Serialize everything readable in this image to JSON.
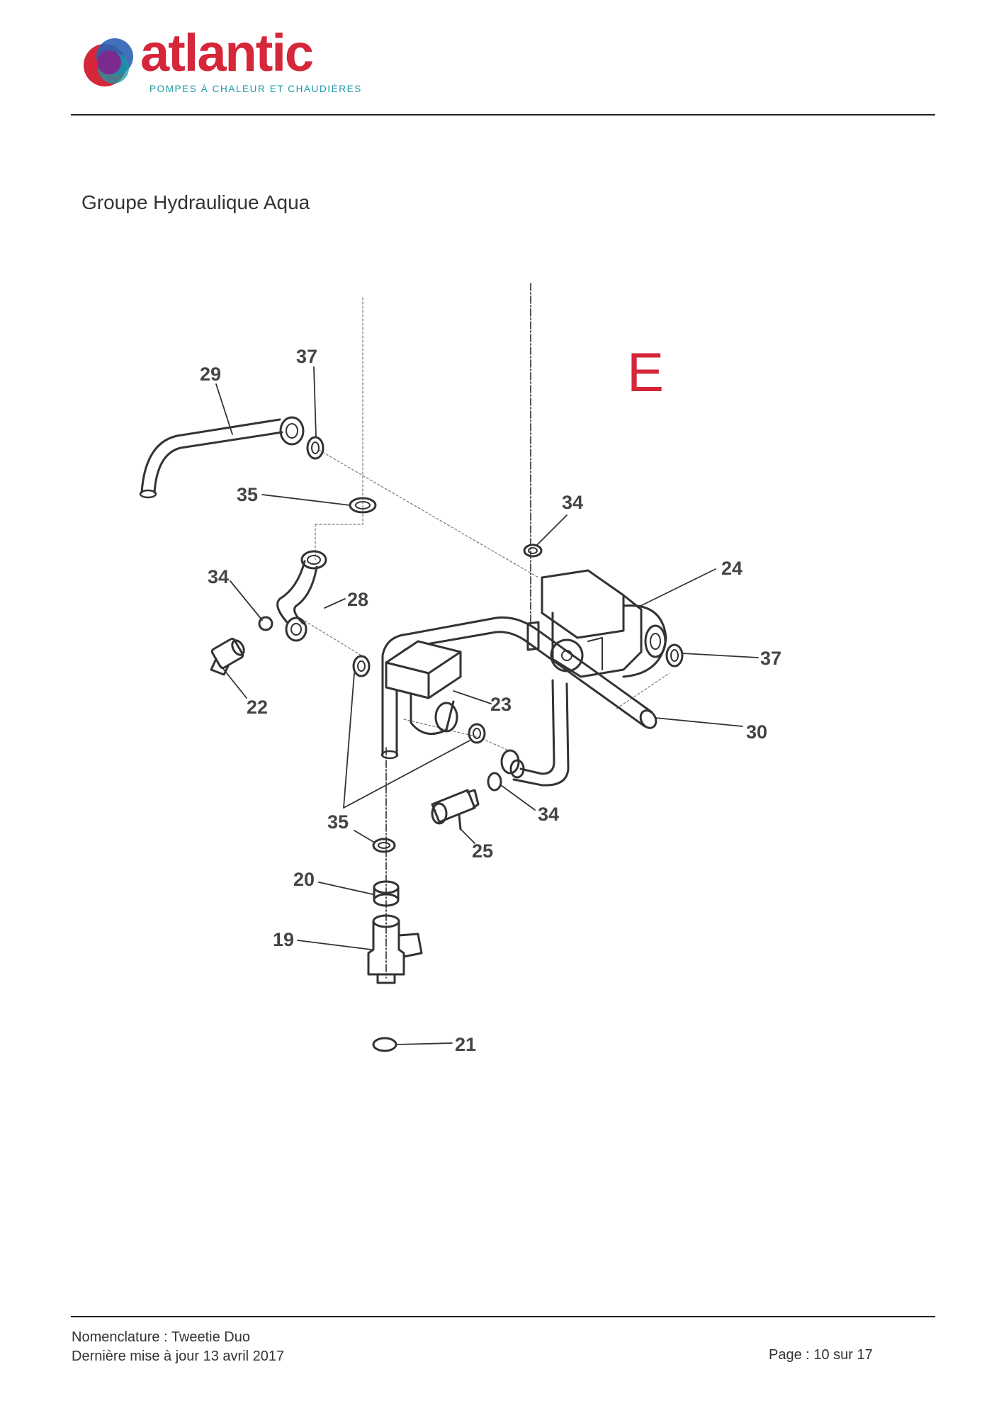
{
  "brand": {
    "name": "atlantic",
    "tagline": "POMPES À CHALEUR ET CHAUDIÈRES",
    "colors": {
      "red": "#d6263a",
      "purple": "#7b2b8f",
      "blue": "#2a63b3",
      "teal": "#1a9aa6"
    }
  },
  "section_title": "Groupe Hydraulique Aqua",
  "sheet_letter": "E",
  "callouts": [
    "29",
    "37",
    "35",
    "34",
    "24",
    "34",
    "28",
    "37",
    "22",
    "23",
    "30",
    "35",
    "34",
    "25",
    "20",
    "19",
    "21"
  ],
  "footer": {
    "line1": "Nomenclature : Tweetie Duo",
    "line2": "Dernière mise à jour 13 avril 2017",
    "page": "Page : 10 sur 17"
  }
}
